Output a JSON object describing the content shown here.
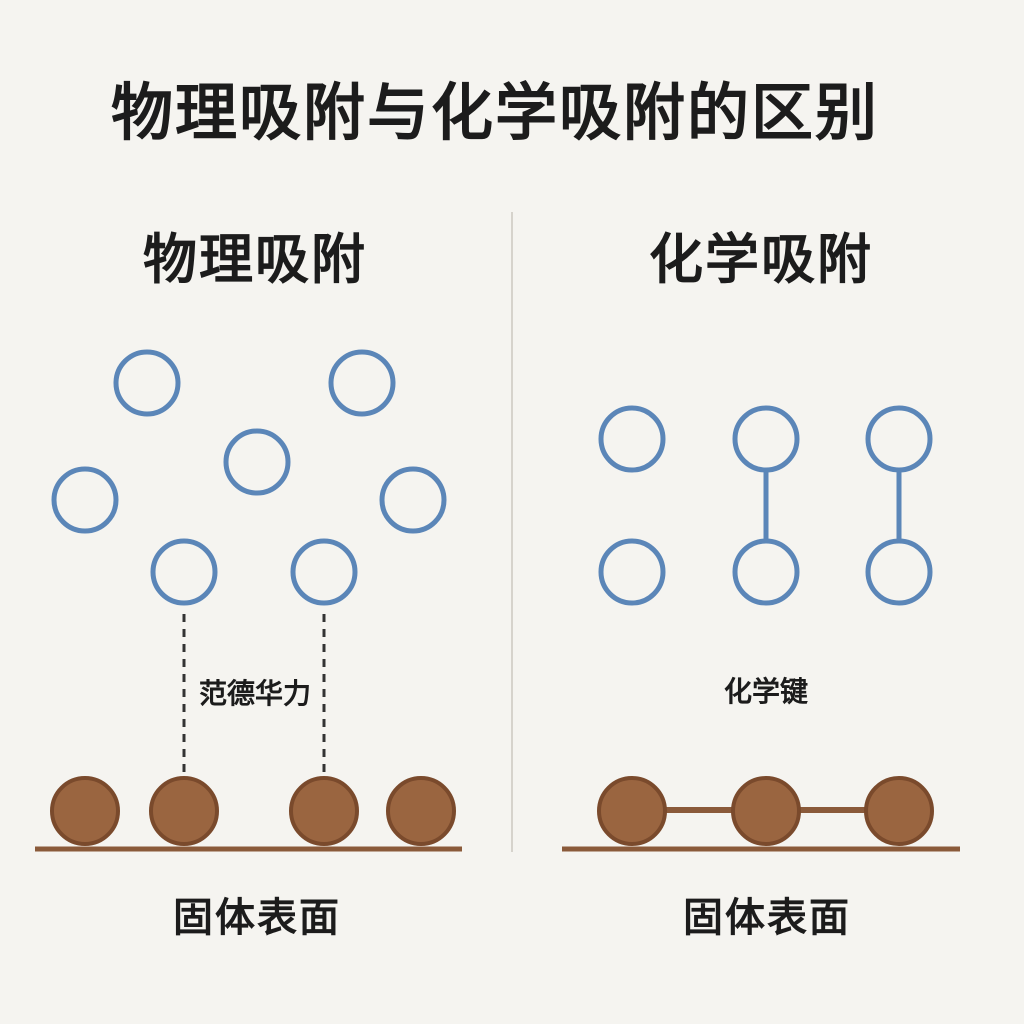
{
  "title": "物理吸附与化学吸附的区别",
  "physical": {
    "heading": "物理吸附",
    "force_label": "范德华力",
    "surface_label": "固体表面"
  },
  "chemical": {
    "heading": "化学吸附",
    "bond_label": "化学键",
    "surface_label": "固体表面"
  },
  "colors": {
    "molecule_outline": "#5b86b8",
    "surface_atom_fill": "#9a6540",
    "surface_atom_outline": "#7a4a2c",
    "surface_line": "#8a5a3a",
    "divider": "#d6d3cc",
    "background": "#f5f4f0"
  }
}
